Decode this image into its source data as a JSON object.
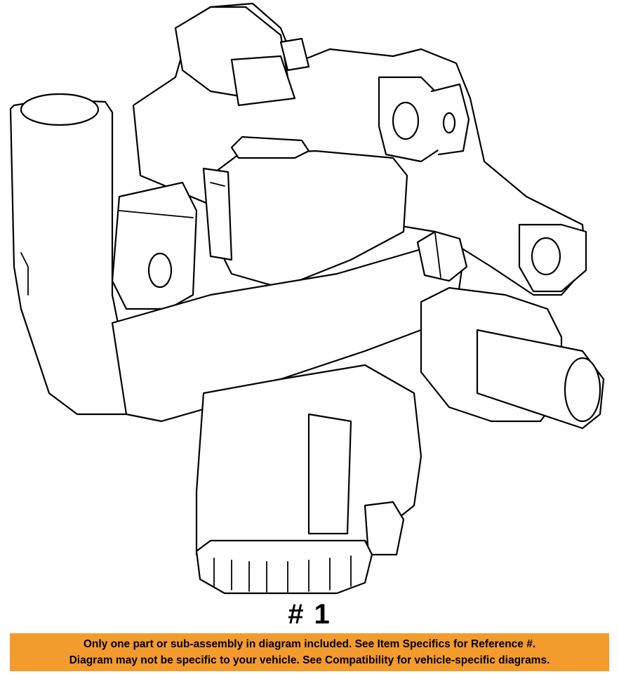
{
  "diagram": {
    "part_label": "# 1"
  },
  "disclaimer": {
    "line1": "Only one part or sub-assembly in diagram included. See Item Specifics for Reference #.",
    "line2": "Diagram may not be specific to your vehicle. See Compatibility for vehicle-specific diagrams.",
    "background_color": "#f39b2d"
  }
}
